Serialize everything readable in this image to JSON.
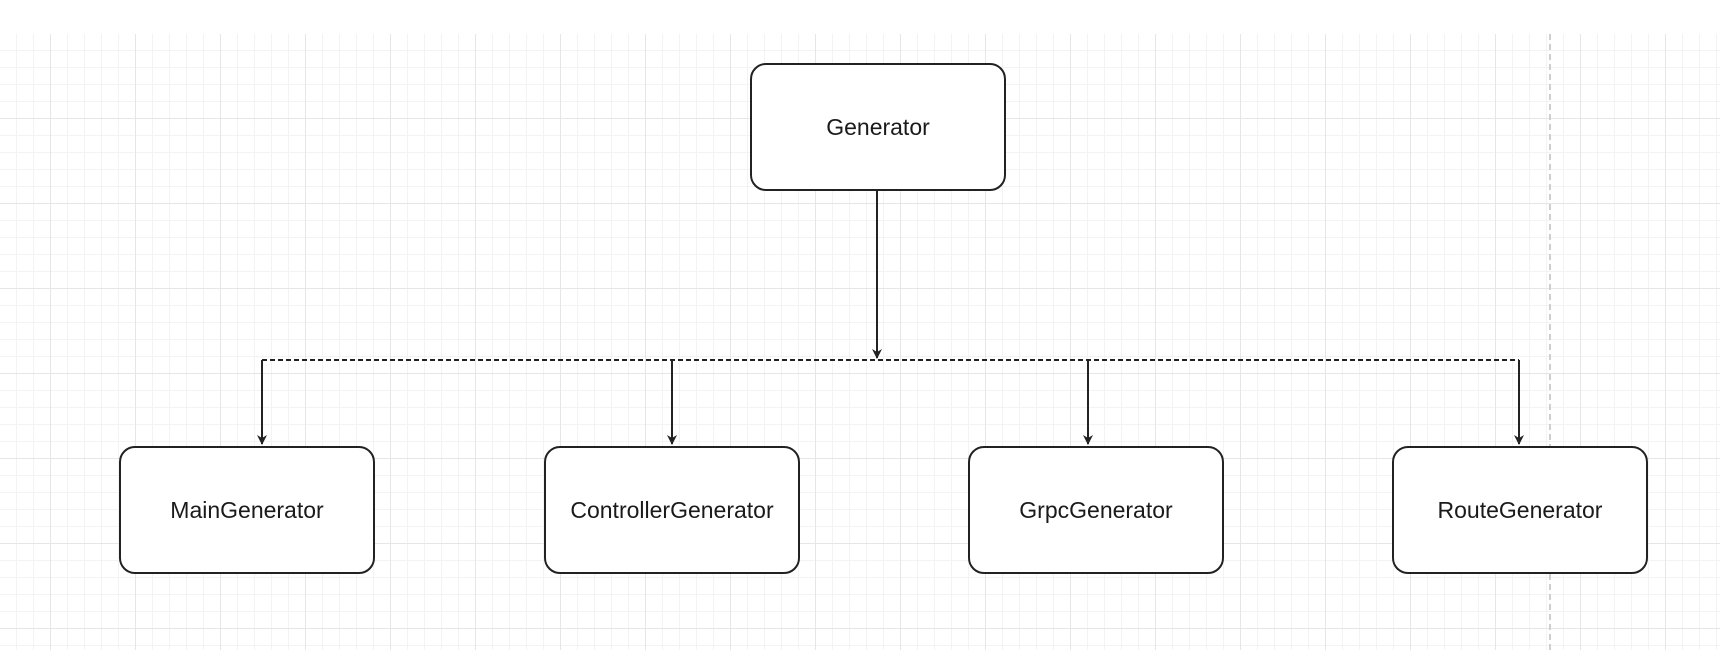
{
  "diagram": {
    "nodes": {
      "generator": "Generator",
      "main": "MainGenerator",
      "controller": "ControllerGenerator",
      "grpc": "GrpcGenerator",
      "route": "RouteGenerator"
    },
    "edges": [
      {
        "from": "generator",
        "to": "main",
        "style": "dashed"
      },
      {
        "from": "generator",
        "to": "controller",
        "style": "dashed"
      },
      {
        "from": "generator",
        "to": "grpc",
        "style": "dashed"
      },
      {
        "from": "generator",
        "to": "route",
        "style": "dashed"
      }
    ]
  },
  "colors": {
    "stroke": "#222222",
    "grid_major": "#e6e6e6",
    "grid_minor": "#f3f3f3",
    "page_break": "#cfcfcf"
  }
}
